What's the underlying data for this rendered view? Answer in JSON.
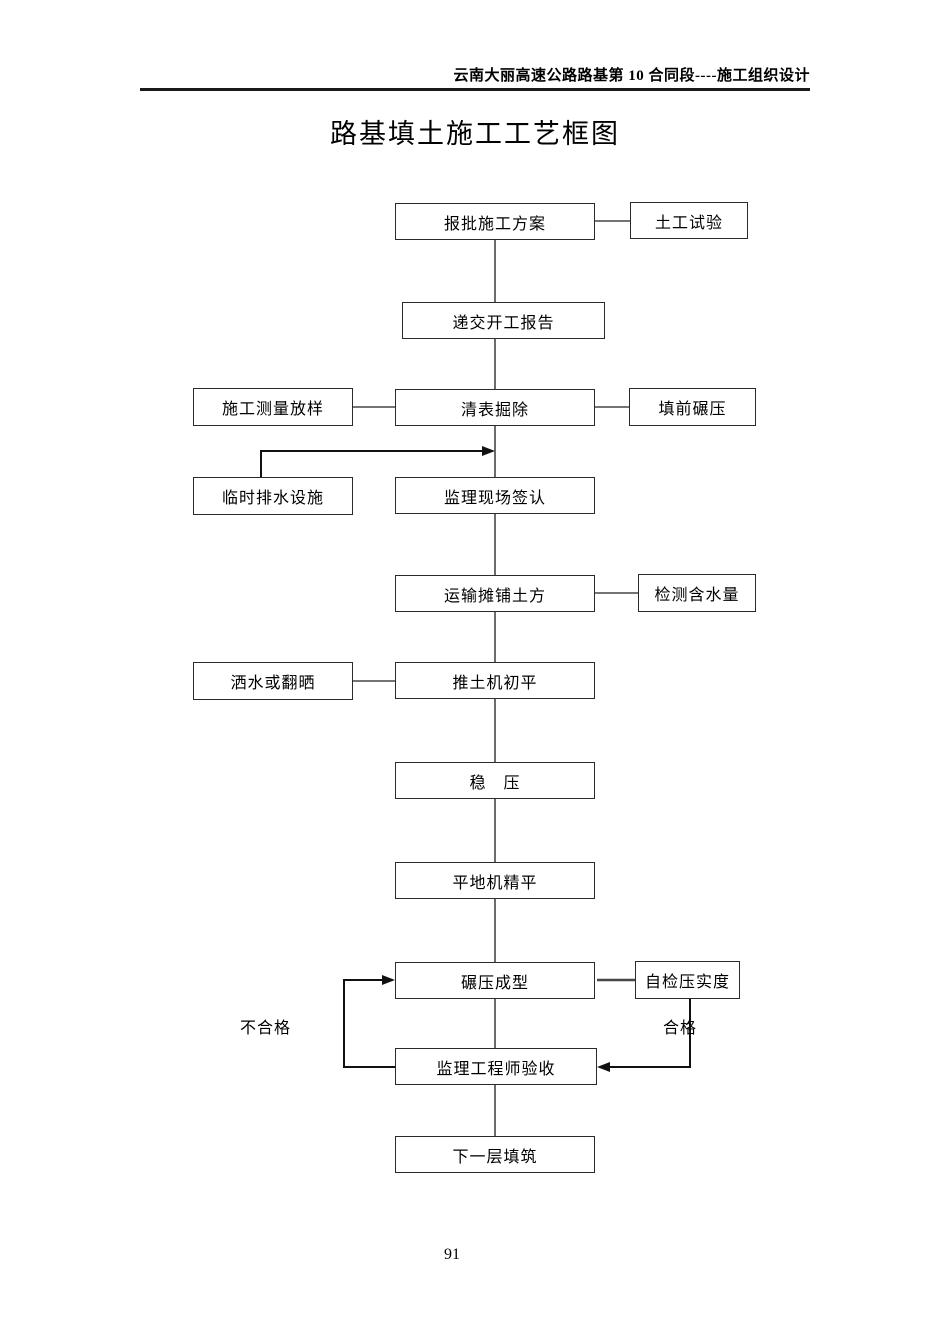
{
  "header": {
    "doc_title": "云南大丽高速公路路基第 10 合同段----施工组织设计"
  },
  "title": "路基填土施工工艺框图",
  "page_number": "91",
  "colors": {
    "ink": "#000000",
    "connector_line": "#474747",
    "arrow_line": "#111111",
    "box_border": "#2b2b2b",
    "background": "#ffffff"
  },
  "flowchart": {
    "nodes": {
      "plan": "报批施工方案",
      "soil_test": "土工试验",
      "report": "递交开工报告",
      "survey": "施工测量放样",
      "clearing": "清表掘除",
      "prefill_rolling": "填前碾压",
      "drainage": "临时排水设施",
      "sign_confirm": "监理现场签认",
      "haul_spread": "运输摊铺土方",
      "moisture": "检测含水量",
      "water_dry": "洒水或翻晒",
      "rough_level": "推土机初平",
      "stable_press": "稳　压",
      "fine_level": "平地机精平",
      "rolling_form": "碾压成型",
      "self_check": "自检压实度",
      "acceptance": "监理工程师验收",
      "next_layer": "下一层填筑"
    },
    "edge_labels": {
      "fail": "不合格",
      "pass": "合格"
    },
    "edges": [
      [
        "报批施工方案",
        "土工试验"
      ],
      [
        "报批施工方案",
        "递交开工报告"
      ],
      [
        "递交开工报告",
        "清表掘除"
      ],
      [
        "施工测量放样",
        "清表掘除"
      ],
      [
        "清表掘除",
        "填前碾压"
      ],
      [
        "清表掘除",
        "监理现场签认"
      ],
      [
        "临时排水设施",
        "监理现场签认"
      ],
      [
        "监理现场签认",
        "运输摊铺土方"
      ],
      [
        "运输摊铺土方",
        "检测含水量"
      ],
      [
        "运输摊铺土方",
        "推土机初平"
      ],
      [
        "洒水或翻晒",
        "推土机初平"
      ],
      [
        "推土机初平",
        "稳　压"
      ],
      [
        "稳　压",
        "平地机精平"
      ],
      [
        "平地机精平",
        "碾压成型"
      ],
      [
        "碾压成型",
        "自检压实度"
      ],
      [
        "碾压成型",
        "监理工程师验收"
      ],
      [
        "自检压实度",
        "监理工程师验收 (合格)"
      ],
      [
        "监理工程师验收",
        "碾压成型 (不合格)"
      ],
      [
        "监理工程师验收",
        "下一层填筑"
      ]
    ]
  }
}
